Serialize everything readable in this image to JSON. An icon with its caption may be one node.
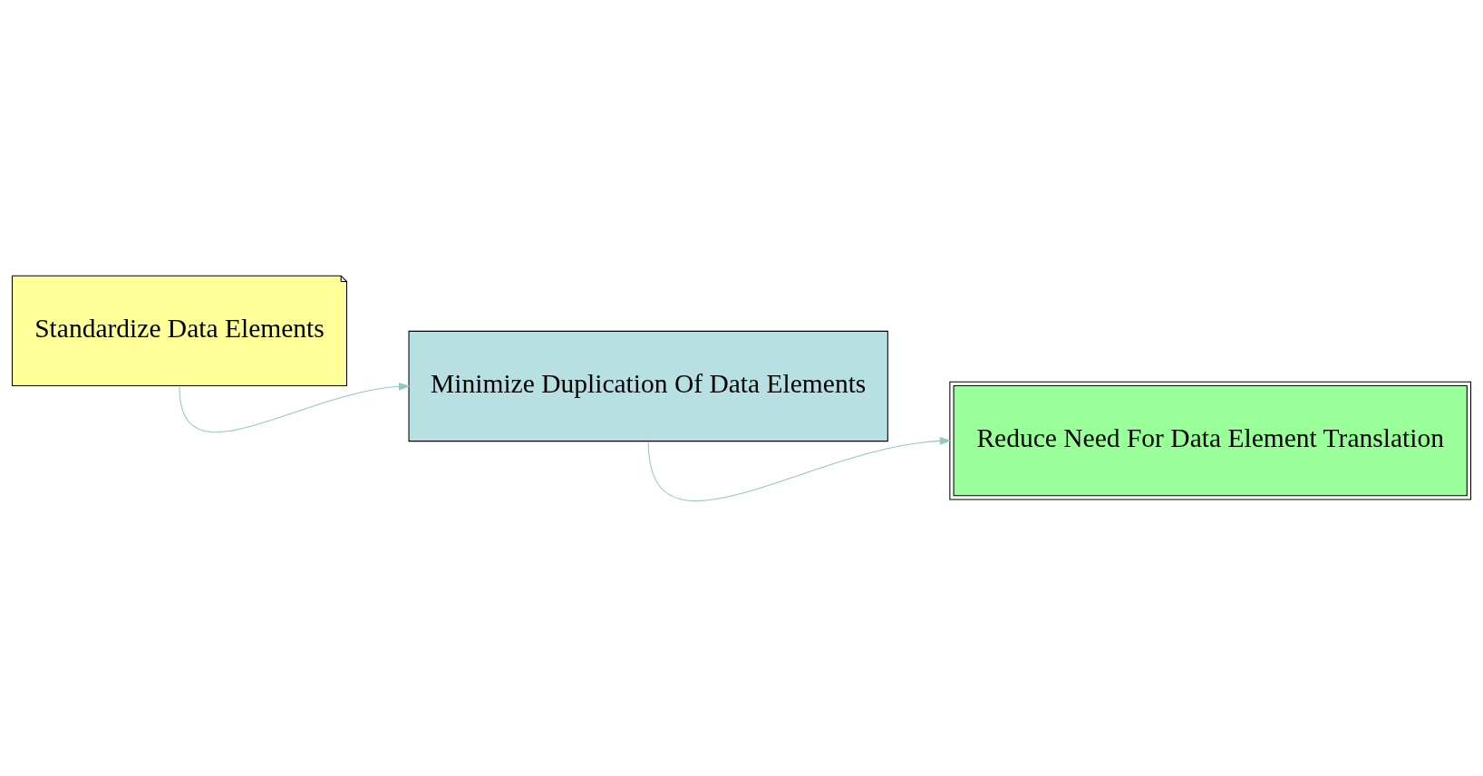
{
  "diagram": {
    "nodes": [
      {
        "text": [
          "Standardize Data Elements"
        ]
      },
      {
        "text": [
          "Minimize Duplication Of Data Elements"
        ]
      },
      {
        "text": [
          "Reduce Need For Data Element Translation"
        ]
      }
    ],
    "edges": [
      {
        "from": 0,
        "to": 1,
        "arrow": "to"
      },
      {
        "from": 1,
        "to": 2,
        "arrow": "to"
      }
    ]
  }
}
